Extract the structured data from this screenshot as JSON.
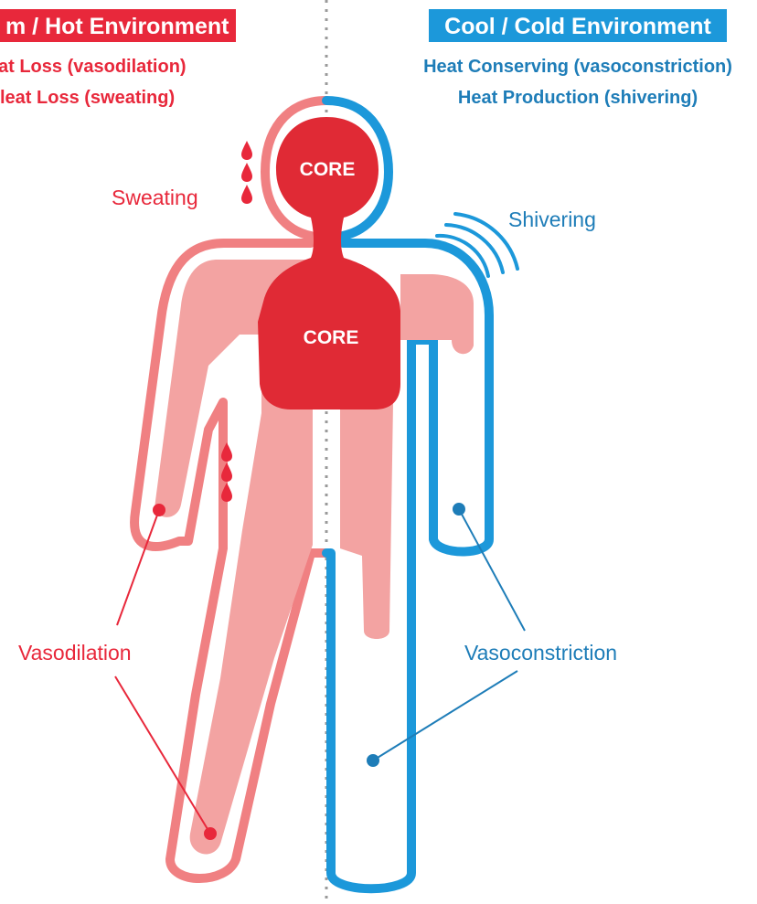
{
  "colors": {
    "warm": "#E8283B",
    "warm_light": "#F3A3A2",
    "core": "#E02A35",
    "cold": "#1C98DA",
    "cold_text": "#1E7DB8",
    "divider": "#9a9a9a"
  },
  "warm_side": {
    "header": "m / Hot Environment",
    "line1": "at Loss (vasodilation)",
    "line2": "leat Loss (sweating)",
    "sweating_label": "Sweating",
    "vasodilation_label": "Vasodilation"
  },
  "cold_side": {
    "header": "Cool / Cold Environment",
    "line1": "Heat Conserving (vasoconstriction)",
    "line2": "Heat Production (shivering)",
    "shivering_label": "Shivering",
    "vasoconstriction_label": "Vasoconstriction"
  },
  "body": {
    "head_core_label": "CORE",
    "torso_core_label": "CORE"
  },
  "icons": [
    "water-drop-icon",
    "shivering-lines-icon"
  ]
}
